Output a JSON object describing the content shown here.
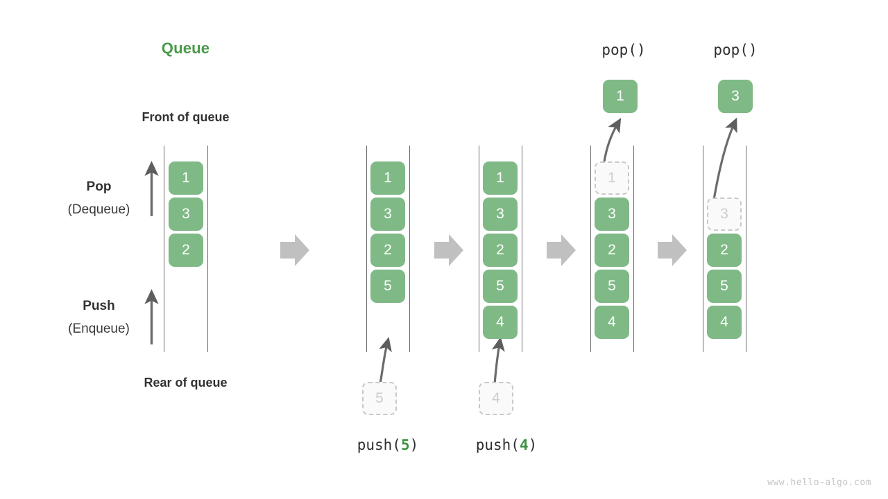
{
  "meta": {
    "watermark": "www.hello-algo.com",
    "colors": {
      "cell_green": "#7fb986",
      "title_green": "#4a9a4a",
      "arg_green": "#3f9142",
      "ghost_fill": "#fafafa",
      "ghost_border": "#c9c9c9",
      "rail": "#6d6d6d",
      "flow_arrow": "#c0c0c0",
      "text": "#323232"
    }
  },
  "title": "Queue",
  "labels": {
    "front_of_queue": "Front of queue",
    "rear_of_queue": "Rear of queue",
    "pop_main": "Pop",
    "pop_sub": "(Dequeue)",
    "push_main": "Push",
    "push_sub": "(Enqueue)"
  },
  "operations": {
    "push_label_prefix": "push(",
    "push_label_suffix": ")",
    "pop_label": "pop()"
  },
  "stages": [
    {
      "id": "initial",
      "caption": "",
      "top_op": "",
      "cells": [
        "1",
        "3",
        "2"
      ],
      "incoming": null,
      "ghost_index": null,
      "popped_value": null
    },
    {
      "id": "after-push-5",
      "caption": "push(5)",
      "caption_arg": "5",
      "top_op": "",
      "cells": [
        "1",
        "3",
        "2",
        "5"
      ],
      "incoming": "5",
      "ghost_index": null,
      "popped_value": null
    },
    {
      "id": "after-push-4",
      "caption": "push(4)",
      "caption_arg": "4",
      "top_op": "",
      "cells": [
        "1",
        "3",
        "2",
        "5",
        "4"
      ],
      "incoming": "4",
      "ghost_index": null,
      "popped_value": null
    },
    {
      "id": "after-pop-1",
      "caption": "",
      "top_op": "pop()",
      "cells": [
        "1",
        "3",
        "2",
        "5",
        "4"
      ],
      "incoming": null,
      "ghost_index": 0,
      "popped_value": "1"
    },
    {
      "id": "after-pop-3",
      "caption": "",
      "top_op": "pop()",
      "cells": [
        "3",
        "2",
        "5",
        "4"
      ],
      "incoming": null,
      "ghost_index": 0,
      "popped_value": "3"
    }
  ],
  "flow_arrows": 4,
  "cell_values": {
    "s1": [
      "1",
      "3",
      "2"
    ],
    "s2": [
      "1",
      "3",
      "2",
      "5"
    ],
    "s3": [
      "1",
      "3",
      "2",
      "5",
      "4"
    ],
    "s4_ghost": "1",
    "s4": [
      "3",
      "2",
      "5",
      "4"
    ],
    "s5_ghost": "3",
    "s5": [
      "2",
      "5",
      "4"
    ],
    "popped_1": "1",
    "popped_2": "3",
    "incoming_5": "5",
    "incoming_4": "4"
  }
}
